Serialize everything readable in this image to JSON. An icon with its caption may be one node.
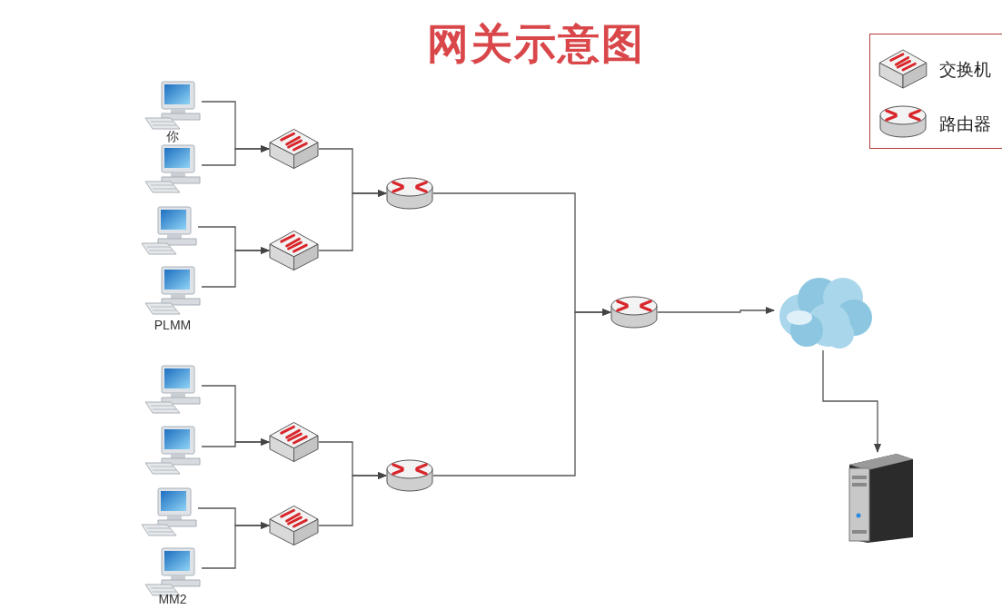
{
  "diagram": {
    "title": "网关示意图",
    "nodes": [
      {
        "text": [],
        "shape": "computer",
        "beside": [
          "你"
        ]
      },
      {
        "text": [],
        "shape": "computer"
      },
      {
        "text": [],
        "shape": "computer"
      },
      {
        "text": [],
        "shape": "computer",
        "beside": [
          "PLMM"
        ]
      },
      {
        "text": [],
        "shape": "computer"
      },
      {
        "text": [],
        "shape": "computer"
      },
      {
        "text": [],
        "shape": "computer"
      },
      {
        "text": [],
        "shape": "computer",
        "beside": [
          "MM2"
        ]
      },
      {
        "text": [],
        "shape": "switch"
      },
      {
        "text": [],
        "shape": "switch"
      },
      {
        "text": [],
        "shape": "switch"
      },
      {
        "text": [],
        "shape": "switch"
      },
      {
        "text": [],
        "shape": "router"
      },
      {
        "text": [],
        "shape": "router"
      },
      {
        "text": [],
        "shape": "router"
      },
      {
        "text": [],
        "shape": "cloud"
      },
      {
        "text": [],
        "shape": "server"
      }
    ],
    "edges": [
      {
        "from": 0,
        "to": 8,
        "arrow": "to"
      },
      {
        "from": 1,
        "to": 8,
        "arrow": "to"
      },
      {
        "from": 2,
        "to": 9,
        "arrow": "to"
      },
      {
        "from": 3,
        "to": 9,
        "arrow": "to"
      },
      {
        "from": 4,
        "to": 10,
        "arrow": "to"
      },
      {
        "from": 5,
        "to": 10,
        "arrow": "to"
      },
      {
        "from": 6,
        "to": 11,
        "arrow": "to"
      },
      {
        "from": 7,
        "to": 11,
        "arrow": "to"
      },
      {
        "from": 8,
        "to": 12,
        "arrow": "to"
      },
      {
        "from": 9,
        "to": 12,
        "arrow": "to"
      },
      {
        "from": 10,
        "to": 13,
        "arrow": "to"
      },
      {
        "from": 11,
        "to": 13,
        "arrow": "to"
      },
      {
        "from": 12,
        "to": 14,
        "arrow": "to"
      },
      {
        "from": 13,
        "to": 14,
        "arrow": "to"
      },
      {
        "from": 14,
        "to": 15,
        "arrow": "to"
      },
      {
        "from": 15,
        "to": 16,
        "arrow": "to"
      }
    ],
    "legend": [
      {
        "text": "交换机"
      },
      {
        "text": "路由器"
      }
    ]
  }
}
